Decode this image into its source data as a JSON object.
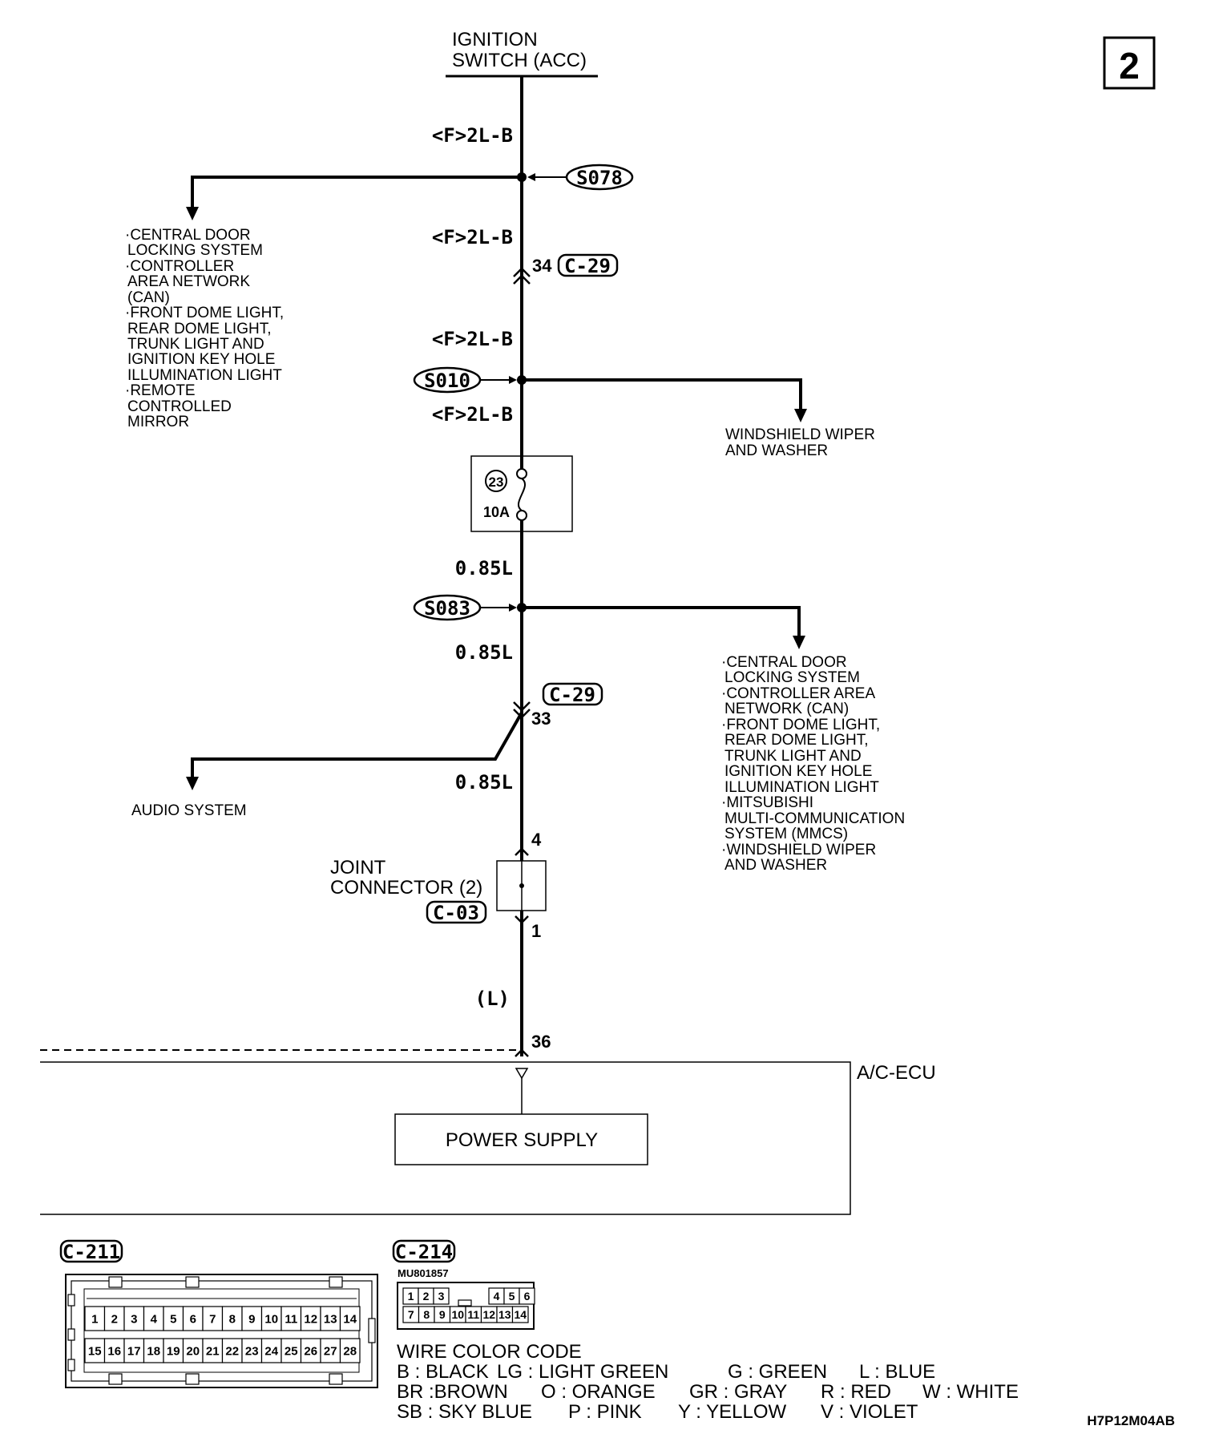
{
  "page_number": "2",
  "ignition": {
    "line1": "IGNITION",
    "line2": "SWITCH (ACC)"
  },
  "wire_labels": {
    "w1": "<F>2L-B",
    "w2": "<F>2L-B",
    "w3": "<F>2L-B",
    "w4": "<F>2L-B",
    "w5": "0.85L",
    "w6": "0.85L",
    "w7": "0.85L",
    "w8": "(L)"
  },
  "splices": {
    "s1": "S078",
    "s2": "S010",
    "s3": "S083"
  },
  "connectors": {
    "c29a": "C-29",
    "c29b": "C-29",
    "c03": "C-03",
    "c211": "C-211",
    "c214": "C-214"
  },
  "pins": {
    "p34": "34",
    "p33": "33",
    "p4": "4",
    "p1": "1",
    "p36": "36"
  },
  "fuse": {
    "number": "23",
    "rating": "10A"
  },
  "branch_left_top": [
    "·CENTRAL DOOR",
    "LOCKING SYSTEM",
    "·CONTROLLER",
    "AREA NETWORK",
    "(CAN)",
    "·FRONT DOME LIGHT,",
    "REAR DOME LIGHT,",
    "TRUNK LIGHT AND",
    "IGNITION KEY HOLE",
    "ILLUMINATION LIGHT",
    "·REMOTE",
    "CONTROLLED",
    "MIRROR"
  ],
  "branch_right_top": [
    "WINDSHIELD WIPER",
    "AND WASHER"
  ],
  "branch_right_mid": [
    "·CENTRAL DOOR",
    "LOCKING SYSTEM",
    "·CONTROLLER AREA",
    "NETWORK (CAN)",
    "·FRONT DOME LIGHT,",
    "REAR DOME LIGHT,",
    "TRUNK LIGHT AND",
    "IGNITION KEY HOLE",
    "ILLUMINATION LIGHT",
    "·MITSUBISHI",
    "MULTI-COMMUNICATION",
    "SYSTEM (MMCS)",
    "·WINDSHIELD WIPER",
    "AND WASHER"
  ],
  "audio": "AUDIO SYSTEM",
  "joint": {
    "line1": "JOINT",
    "line2": "CONNECTOR (2)"
  },
  "ecu": {
    "name": "A/C-ECU",
    "block": "POWER SUPPLY"
  },
  "part_number": "MU801857",
  "c211_top": [
    "1",
    "2",
    "3",
    "4",
    "5",
    "6",
    "7",
    "8",
    "9",
    "10",
    "11",
    "12",
    "13",
    "14"
  ],
  "c211_bottom": [
    "15",
    "16",
    "17",
    "18",
    "19",
    "20",
    "21",
    "22",
    "23",
    "24",
    "25",
    "26",
    "27",
    "28"
  ],
  "c214_top": [
    "1",
    "2",
    "3",
    "4",
    "5",
    "6"
  ],
  "c214_bottom": [
    "7",
    "8",
    "9",
    "10",
    "11",
    "12",
    "13",
    "14"
  ],
  "legend": {
    "title": "WIRE COLOR CODE",
    "row1": [
      "B : BLACK",
      "LG : LIGHT GREEN",
      "G : GREEN",
      "L : BLUE"
    ],
    "row2": [
      "BR :BROWN",
      "O : ORANGE",
      "GR : GRAY",
      "R : RED",
      "W : WHITE"
    ],
    "row3": [
      "SB : SKY BLUE",
      "P : PINK",
      "Y : YELLOW",
      "V : VIOLET"
    ]
  },
  "doc_code": "H7P12M04AB"
}
